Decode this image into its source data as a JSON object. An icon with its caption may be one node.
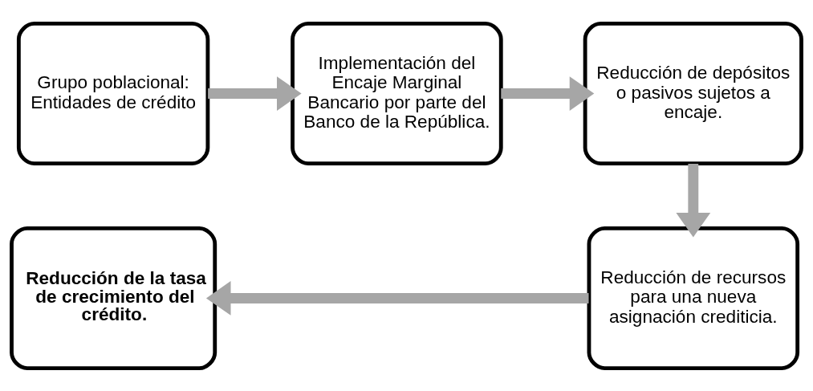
{
  "diagram": {
    "nodes": [
      {
        "text": [
          "Grupo poblacional: Entidades de crédito"
        ]
      },
      {
        "text": [
          "Implementación del Encaje Marginal Bancario por parte del Banco de la República."
        ]
      },
      {
        "text": [
          "Reducción de depósitos o pasivos sujetos a encaje."
        ]
      },
      {
        "text": [
          "Reducción de recursos para una nueva asignación crediticia."
        ]
      },
      {
        "text": [
          "Reducción de la tasa de crecimiento del crédito."
        ]
      }
    ],
    "edges": [
      {
        "from": 0,
        "to": 1,
        "arrow": "to"
      },
      {
        "from": 1,
        "to": 2,
        "arrow": "to"
      },
      {
        "from": 2,
        "to": 3,
        "arrow": "to"
      },
      {
        "from": 3,
        "to": 4,
        "arrow": "to"
      }
    ]
  }
}
